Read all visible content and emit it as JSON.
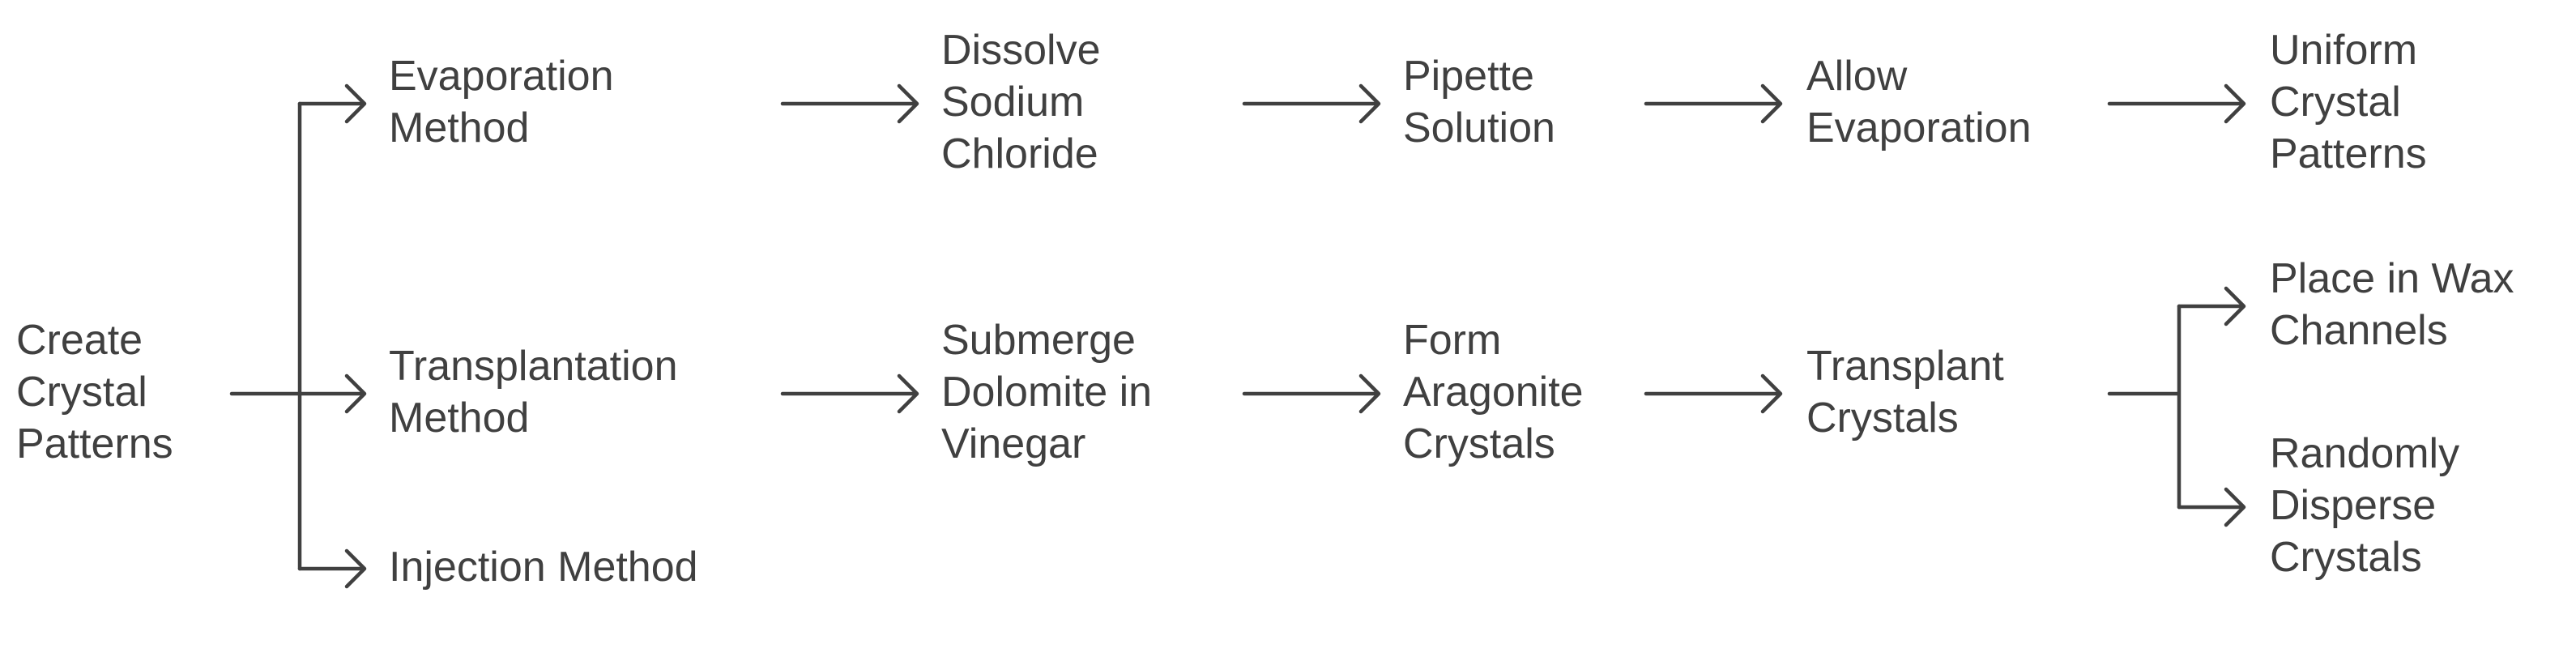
{
  "diagram": {
    "root": "Create\nCrystal\nPatterns",
    "methods": {
      "evaporation": "Evaporation\nMethod",
      "transplantation": "Transplantation\nMethod",
      "injection": "Injection Method"
    },
    "evaporation_steps": {
      "dissolve": "Dissolve\nSodium\nChloride",
      "pipette": "Pipette\nSolution",
      "allow": "Allow\nEvaporation",
      "uniform": "Uniform\nCrystal\nPatterns"
    },
    "transplantation_steps": {
      "submerge": "Submerge\nDolomite in\nVinegar",
      "form": "Form\nAragonite\nCrystals",
      "transplant": "Transplant\nCrystals",
      "wax": "Place in Wax\nChannels",
      "random": "Randomly\nDisperse\nCrystals"
    }
  }
}
